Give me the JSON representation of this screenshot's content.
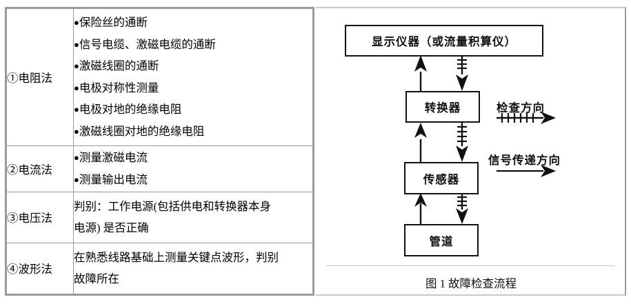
{
  "table": {
    "rows": [
      {
        "name": "①电阻法",
        "kind": "bullets",
        "bullets": [
          "保险丝的通断",
          "信号电缆、激磁电缆的通断",
          "激磁线圈的通断",
          "电极对称性测量",
          "电极对地的绝缘电阻",
          "激磁线圈对地的绝缘电阻"
        ]
      },
      {
        "name": "②电流法",
        "kind": "bullets",
        "bullets": [
          "测量激磁电流",
          "测量输出电流"
        ]
      },
      {
        "name": "③电压法",
        "kind": "paragraph",
        "lines": [
          "判别：工作电源(包括供电和转换器本身",
          "电源) 是否正确"
        ]
      },
      {
        "name": "④波形法",
        "kind": "paragraph",
        "lines": [
          "在熟悉线路基础上测量关键点波形，判别",
          "故障所在"
        ]
      }
    ],
    "bullet_glyph": "●"
  },
  "figure": {
    "boxes": {
      "display": "显示仪器（或流量积算仪）",
      "converter": "转换器",
      "sensor": "传感器",
      "pipe": "管道"
    },
    "legend": {
      "inspection_direction": "检查方向",
      "signal_direction": "信号传递方向"
    },
    "caption": "图 1  故障检查流程"
  },
  "colors": {
    "table_border": "#9a9a9a",
    "box_border": "#111111",
    "ink": "#111111",
    "page_background": "#ffffff",
    "rule": "#c9c9c9"
  }
}
